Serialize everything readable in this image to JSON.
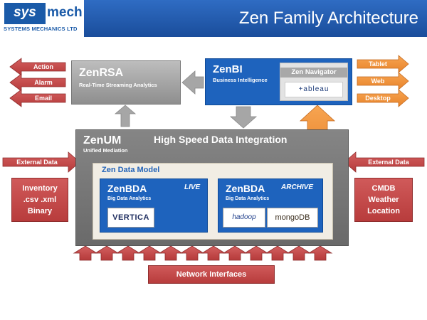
{
  "header": {
    "logo_sys": "sys",
    "logo_mech": "mech",
    "logo_sub": "SYSTEMS MECHANICS LTD",
    "title": "Zen Family Architecture"
  },
  "zenrsa": {
    "title": "ZenRSA",
    "subtitle": "Real-Time Streaming Analytics"
  },
  "zenbi": {
    "title": "ZenBI",
    "subtitle": "Business Intelligence",
    "navigator": "Zen Navigator",
    "tableau": "+ableau"
  },
  "left_outputs": [
    "Action",
    "Alarm",
    "Email"
  ],
  "right_outputs": [
    "Tablet",
    "Web",
    "Desktop"
  ],
  "zenum": {
    "title": "ZenUM",
    "subtitle": "Unified Mediation",
    "headline": "High Speed Data Integration"
  },
  "external": {
    "left": "External Data",
    "right": "External Data"
  },
  "left_sources": [
    "Inventory",
    ".csv .xml",
    "Binary"
  ],
  "right_sources": [
    "CMDB",
    "Weather",
    "Location"
  ],
  "data_model": {
    "title": "Zen Data Model"
  },
  "bda_live": {
    "title": "ZenBDA",
    "subtitle": "Big Data Analytics",
    "tag": "LIVE",
    "logo": "VERTICA"
  },
  "bda_archive": {
    "title": "ZenBDA",
    "subtitle": "Big Data Analytics",
    "tag": "ARCHIVE",
    "logo1": "hadoop",
    "logo2": "mongoDB"
  },
  "network": {
    "label": "Network Interfaces"
  },
  "colors": {
    "blue": "#1e63bd",
    "red": "#c24848",
    "orange": "#f0913a",
    "grey": "#8e8e8e"
  }
}
